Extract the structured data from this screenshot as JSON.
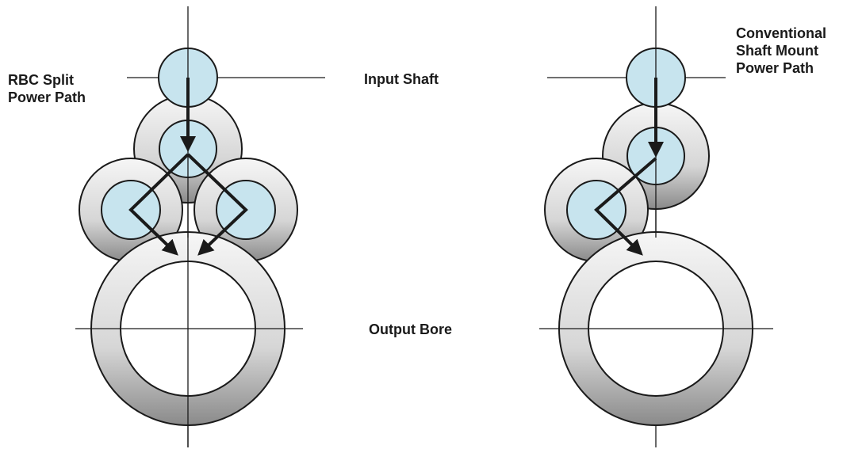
{
  "labels": {
    "left_title": [
      "RBC Split",
      "Power Path"
    ],
    "right_title": [
      "Conventional",
      "Shaft Mount",
      "Power Path"
    ],
    "input_shaft": "Input Shaft",
    "output_bore": "Output Bore"
  },
  "colors": {
    "shaft_fill": "#c7e4ee",
    "ring_light": "#f4f4f4",
    "ring_dark": "#8f8f8f",
    "outline": "#1a1a1a",
    "background": "#ffffff"
  }
}
